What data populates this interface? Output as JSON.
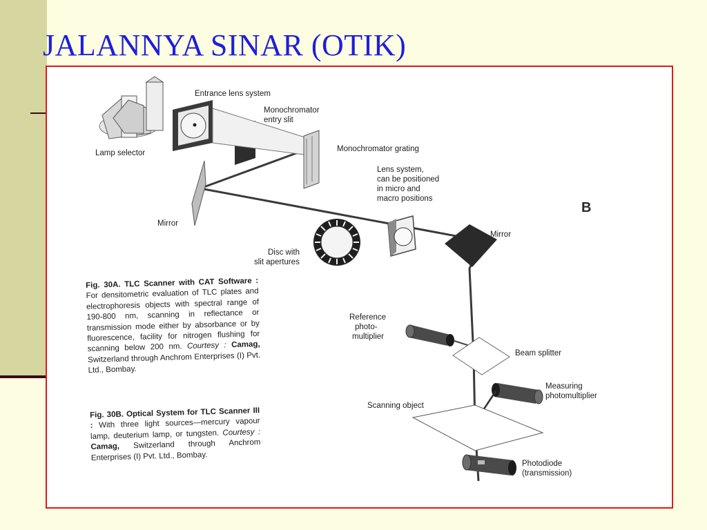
{
  "slide": {
    "title": "JALANNYA SINAR (OTIK)"
  },
  "figure": {
    "panel_letter": "B",
    "labels": {
      "entrance_lens": "Entrance lens system",
      "monochromator_slit_1": "Monochromator",
      "monochromator_slit_2": "entry slit",
      "lamp_selector": "Lamp selector",
      "monochromator_grating": "Monochromator grating",
      "lens_system_1": "Lens system,",
      "lens_system_2": "can be positioned",
      "lens_system_3": "in micro and",
      "lens_system_4": "macro positions",
      "mirror_1": "Mirror",
      "mirror_2": "Mirror",
      "disc_1": "Disc with",
      "disc_2": "slit apertures",
      "reference_1": "Reference",
      "reference_2": "photo-",
      "reference_3": "multiplier",
      "beam_splitter": "Beam splitter",
      "measuring_1": "Measuring",
      "measuring_2": "photomultiplier",
      "scanning_object": "Scanning object",
      "photodiode_1": "Photodiode",
      "photodiode_2": "(transmission)"
    },
    "caption_a": {
      "label": "Fig. 30A.  TLC Scanner with CAT Software :",
      "body": "For densitometric evaluation of TLC plates and electrophoresis objects with spectral range of 190-800 nm, scanning in reflectance or transmission mode either by absorbance or by fluorescence, facility for nitrogen flushing for scanning below 200 nm.",
      "courtesy": "Courtesy :",
      "source_name": "Camag,",
      "source_rest": "Switzerland through Anchrom Enterprises (I) Pvt. Ltd., Bombay."
    },
    "caption_b": {
      "label": "Fig. 30B.  Optical System for TLC Scanner III :",
      "body": "With three light sources—mercury vapour lamp, deuterium lamp, or tungsten.",
      "courtesy": "Courtesy :",
      "source_name": "Camag,",
      "source_rest": "Switzerland through Anchrom Enterprises (I) Pvt. Ltd., Bombay."
    }
  }
}
